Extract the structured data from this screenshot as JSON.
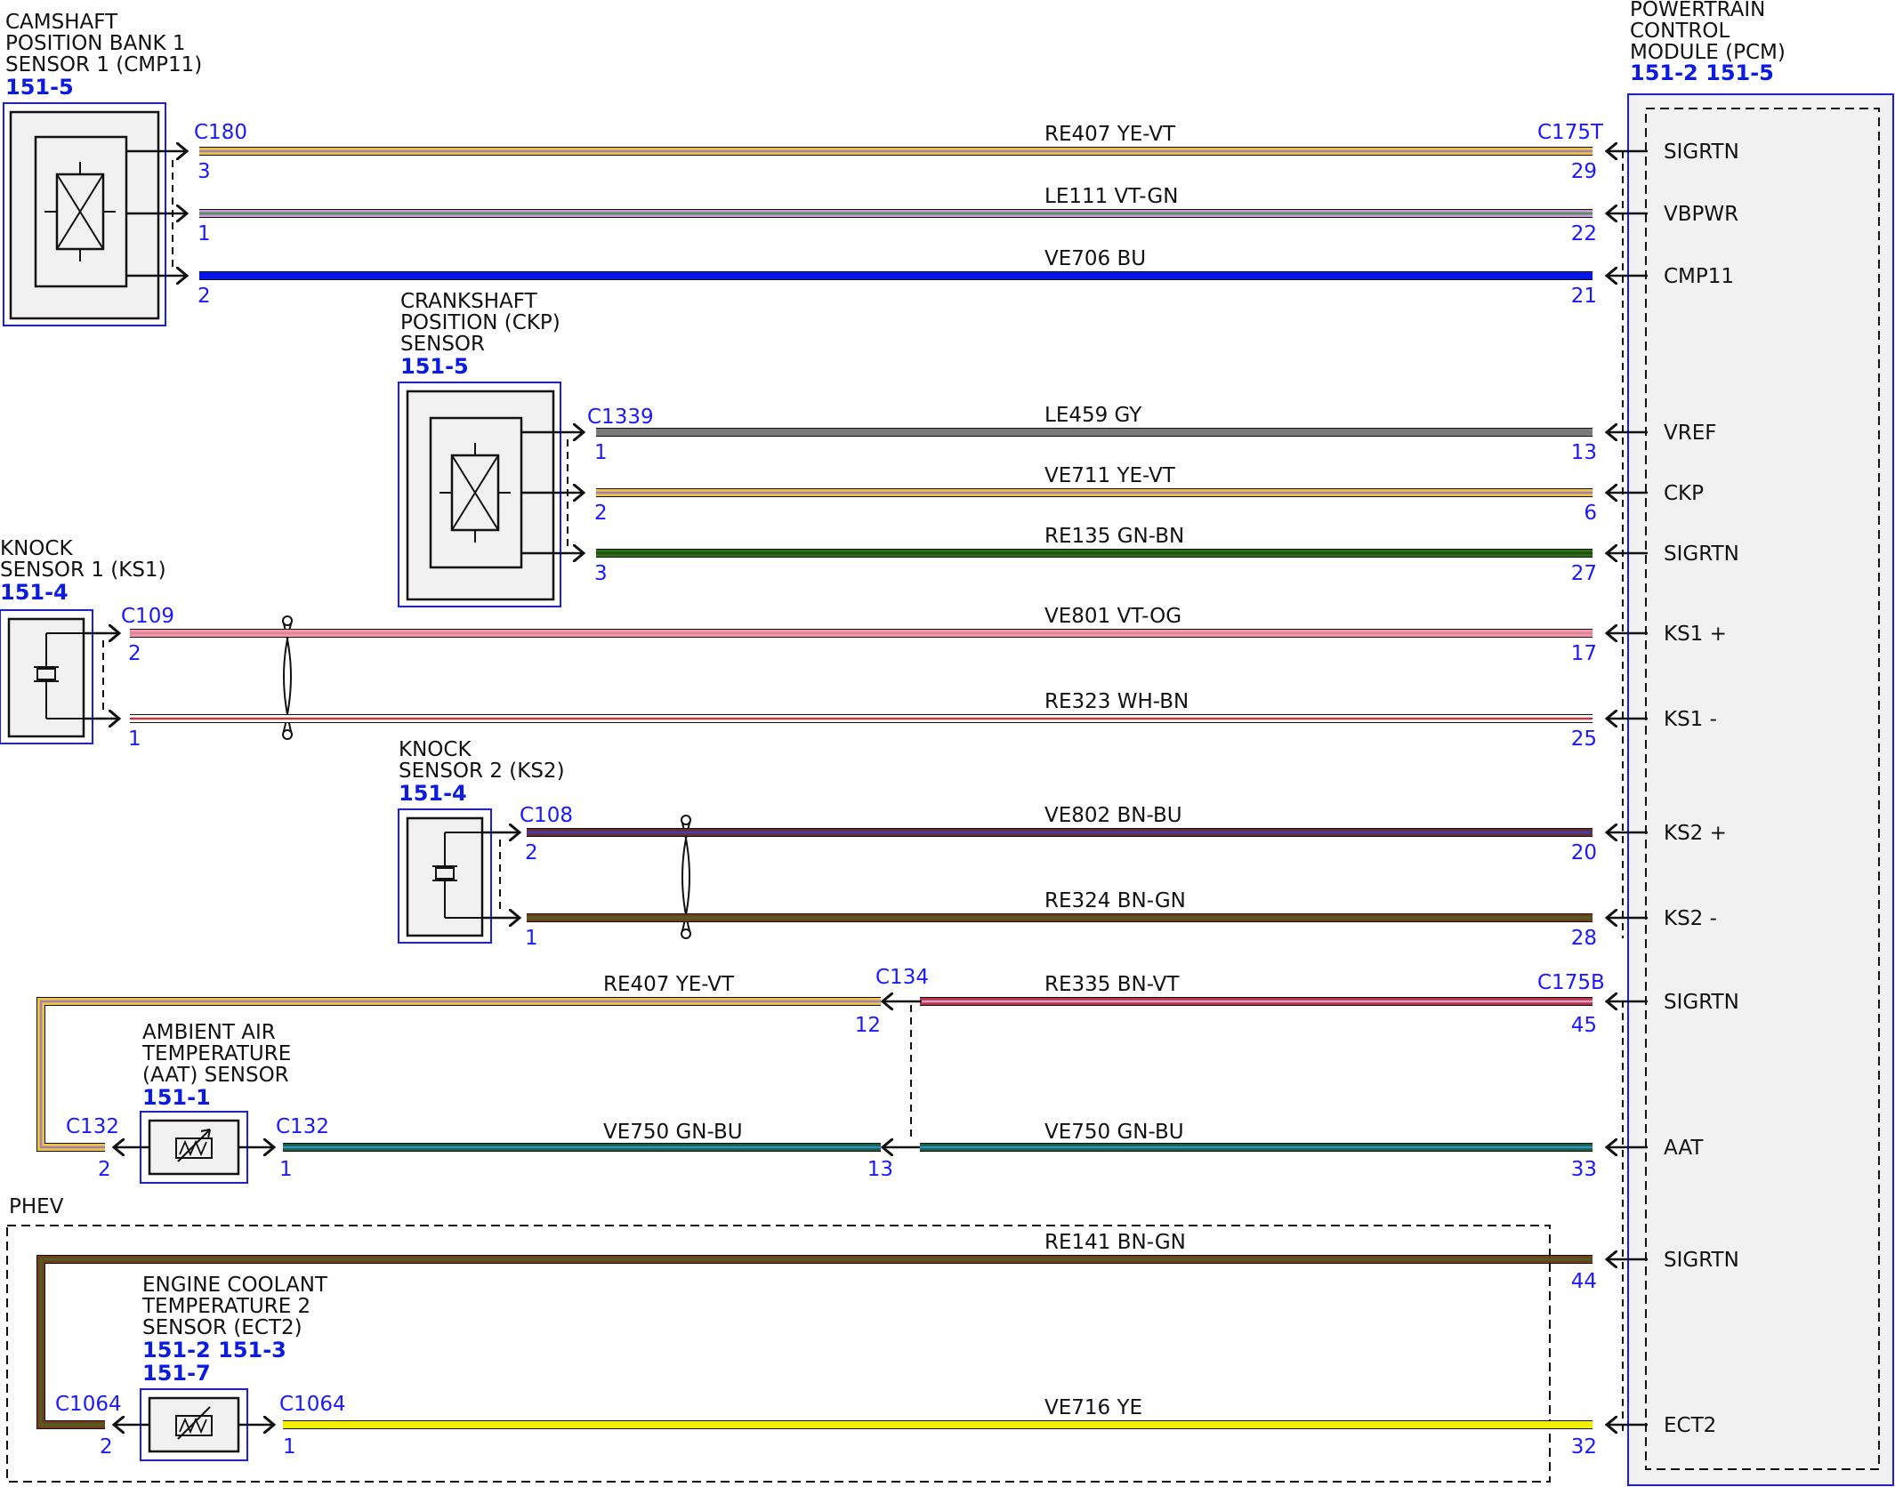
{
  "colors": {
    "YE-VT": [
      "#e9c93b",
      "#a87ac8"
    ],
    "VT-GN": [
      "#c79ad8",
      "#4f8e4f"
    ],
    "BU": [
      "#0716e6"
    ],
    "GY": [
      "#7a7a7a"
    ],
    "GN-BN": [
      "#2f6e1c",
      "#1f4d12"
    ],
    "VT-OG": [
      "#f19aa8",
      "#e07fa0"
    ],
    "WH-BN": [
      "#ffffff",
      "#c0393b"
    ],
    "BN-BU": [
      "#6e2f22",
      "#3b3bd0"
    ],
    "BN-GN": [
      "#7a3a1e",
      "#3f6a1e"
    ],
    "BN-VT": [
      "#b83248",
      "#d8a0c8"
    ],
    "GN-BU": [
      "#1d5f3a",
      "#2b8fd6"
    ],
    "YE": [
      "#f4f000"
    ],
    "frame": "#1a1aff",
    "label_blue": "#1a1aff"
  },
  "pcm": {
    "title": [
      "POWERTRAIN",
      "CONTROL",
      "MODULE (PCM)"
    ],
    "refs": "151-2 151-5",
    "pins": [
      {
        "name": "SIGRTN",
        "pin": "29"
      },
      {
        "name": "VBPWR",
        "pin": "22"
      },
      {
        "name": "CMP11",
        "pin": "21"
      },
      {
        "name": "VREF",
        "pin": "13"
      },
      {
        "name": "CKP",
        "pin": "6"
      },
      {
        "name": "SIGRTN",
        "pin": "27"
      },
      {
        "name": "KS1 +",
        "pin": "17"
      },
      {
        "name": "KS1 -",
        "pin": "25"
      },
      {
        "name": "KS2 +",
        "pin": "20"
      },
      {
        "name": "KS2 -",
        "pin": "28"
      },
      {
        "name": "SIGRTN",
        "pin": "45"
      },
      {
        "name": "AAT",
        "pin": "33"
      },
      {
        "name": "SIGRTN",
        "pin": "44"
      },
      {
        "name": "ECT2",
        "pin": "32"
      }
    ],
    "connector_top": "C175T",
    "connector_bottom": "C175B"
  },
  "components": [
    {
      "id": "cmp11",
      "title": [
        "CAMSHAFT",
        "POSITION BANK 1",
        "SENSOR 1 (CMP11)"
      ],
      "refs": [
        "151-5"
      ],
      "connector": "C180",
      "icon": "hall-sensor-icon"
    },
    {
      "id": "ckp",
      "title": [
        "CRANKSHAFT",
        "POSITION (CKP)",
        "SENSOR"
      ],
      "refs": [
        "151-5"
      ],
      "connector": "C1339",
      "icon": "hall-sensor-icon"
    },
    {
      "id": "ks1",
      "title": [
        "KNOCK",
        "SENSOR 1 (KS1)"
      ],
      "refs": [
        "151-4"
      ],
      "connector": "C109",
      "icon": "piezo-sensor-icon"
    },
    {
      "id": "ks2",
      "title": [
        "KNOCK",
        "SENSOR 2 (KS2)"
      ],
      "refs": [
        "151-4"
      ],
      "connector": "C108",
      "icon": "piezo-sensor-icon"
    },
    {
      "id": "aat",
      "title": [
        "AMBIENT AIR",
        "TEMPERATURE",
        "(AAT) SENSOR"
      ],
      "refs": [
        "151-1"
      ],
      "connector": "C132",
      "icon": "thermistor-icon"
    },
    {
      "id": "ect2",
      "title": [
        "ENGINE COOLANT",
        "TEMPERATURE 2",
        "SENSOR (ECT2)"
      ],
      "refs": [
        "151-2 151-3",
        "151-7"
      ],
      "connector": "C1064",
      "icon": "thermistor-icon"
    }
  ],
  "wires": [
    {
      "circuit": "RE407",
      "color": "YE-VT",
      "from_pin": "3",
      "to_pin": "29"
    },
    {
      "circuit": "LE111",
      "color": "VT-GN",
      "from_pin": "1",
      "to_pin": "22"
    },
    {
      "circuit": "VE706",
      "color": "BU",
      "from_pin": "2",
      "to_pin": "21"
    },
    {
      "circuit": "LE459",
      "color": "GY",
      "from_pin": "1",
      "to_pin": "13"
    },
    {
      "circuit": "VE711",
      "color": "YE-VT",
      "from_pin": "2",
      "to_pin": "6"
    },
    {
      "circuit": "RE135",
      "color": "GN-BN",
      "from_pin": "3",
      "to_pin": "27"
    },
    {
      "circuit": "VE801",
      "color": "VT-OG",
      "from_pin": "2",
      "to_pin": "17"
    },
    {
      "circuit": "RE323",
      "color": "WH-BN",
      "from_pin": "1",
      "to_pin": "25"
    },
    {
      "circuit": "VE802",
      "color": "BN-BU",
      "from_pin": "2",
      "to_pin": "20"
    },
    {
      "circuit": "RE324",
      "color": "BN-GN",
      "from_pin": "1",
      "to_pin": "28"
    },
    {
      "circuit": "RE335",
      "color": "BN-VT",
      "from_pin": "12",
      "to_pin": "45"
    },
    {
      "circuit": "RE407",
      "color": "YE-VT",
      "from_pin": "2",
      "to_pin": "12"
    },
    {
      "circuit": "VE750",
      "color": "GN-BU",
      "from_pin": "1",
      "to_pin": "13"
    },
    {
      "circuit": "VE750",
      "color": "GN-BU",
      "from_pin": "13",
      "to_pin": "33"
    },
    {
      "circuit": "RE141",
      "color": "BN-GN",
      "from_pin": "2",
      "to_pin": "44"
    },
    {
      "circuit": "VE716",
      "color": "YE",
      "from_pin": "1",
      "to_pin": "32"
    }
  ],
  "inline_connector": {
    "name": "C134"
  },
  "sensor_pins": {
    "aat_left": "2",
    "aat_right": "1",
    "ect2_left": "2",
    "ect2_right": "1"
  },
  "aat_left_connector": "C132",
  "ect2_left_connector": "C1064",
  "phev_label": "PHEV"
}
